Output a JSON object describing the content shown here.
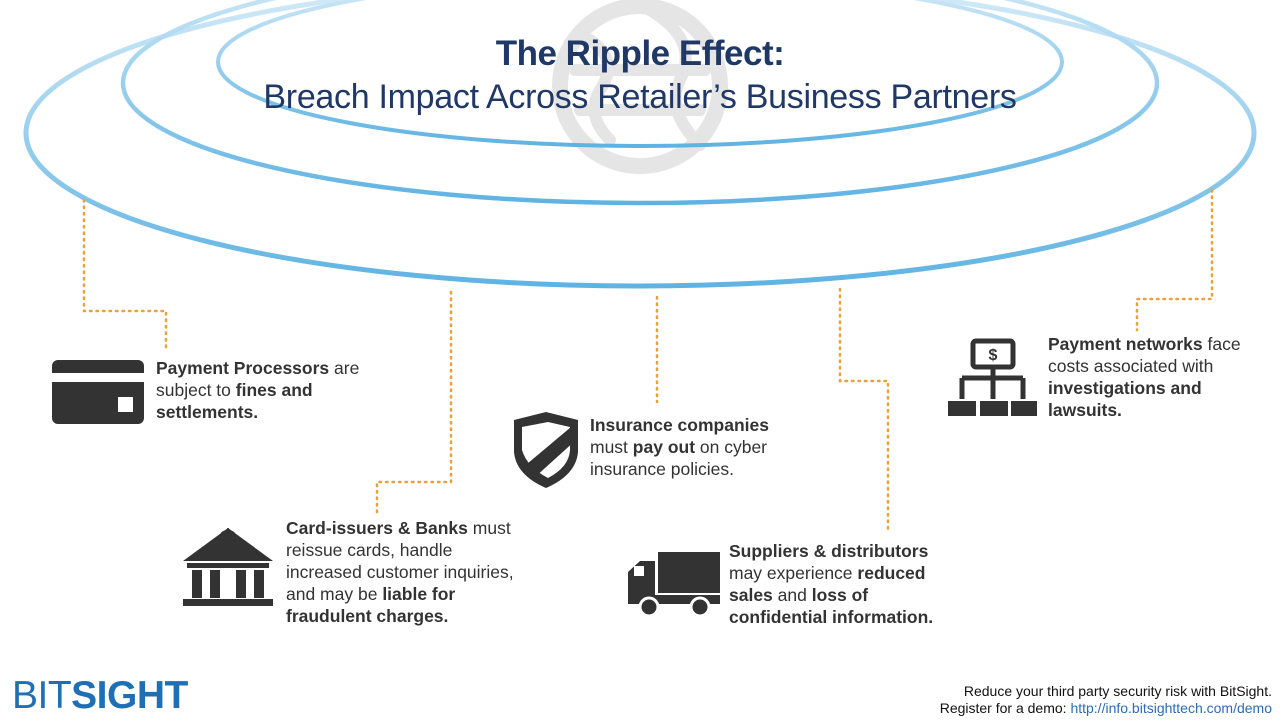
{
  "title": {
    "line1": "The Ripple Effect:",
    "line2": "Breach Impact Across Retailer’s Business Partners"
  },
  "partners": [
    {
      "id": "payment-processors",
      "icon": "credit-card-icon",
      "segments": [
        {
          "text": "Payment Processors",
          "bold": true
        },
        {
          "text": " are subject to ",
          "bold": false
        },
        {
          "text": "fines and settlements.",
          "bold": true
        }
      ]
    },
    {
      "id": "card-issuers-banks",
      "icon": "bank-icon",
      "segments": [
        {
          "text": "Card-issuers & Banks",
          "bold": true
        },
        {
          "text": " must reissue cards, handle increased customer inquiries, and may be ",
          "bold": false
        },
        {
          "text": "liable for fraudulent charges.",
          "bold": true
        }
      ]
    },
    {
      "id": "insurance-companies",
      "icon": "shield-icon",
      "segments": [
        {
          "text": "Insurance companies",
          "bold": true
        },
        {
          "text": " must ",
          "bold": false
        },
        {
          "text": "pay out",
          "bold": true
        },
        {
          "text": " on cyber insurance policies.",
          "bold": false
        }
      ]
    },
    {
      "id": "suppliers-distributors",
      "icon": "truck-icon",
      "segments": [
        {
          "text": "Suppliers & distributors",
          "bold": true
        },
        {
          "text": " may experience ",
          "bold": false
        },
        {
          "text": "reduced sales",
          "bold": true
        },
        {
          "text": " and ",
          "bold": false
        },
        {
          "text": "loss of confidential information.",
          "bold": true
        }
      ]
    },
    {
      "id": "payment-networks",
      "icon": "network-icon",
      "segments": [
        {
          "text": "Payment networks",
          "bold": true
        },
        {
          "text": " face costs associated with ",
          "bold": false
        },
        {
          "text": "investigations and lawsuits.",
          "bold": true
        }
      ]
    }
  ],
  "footer": {
    "logo_part1": "BIT",
    "logo_part2": "SIGHT",
    "cta_line1": "Reduce your third party security risk with BitSight.",
    "cta_line2_prefix": "Register for a demo: ",
    "cta_link": "http://info.bitsighttech.com/demo"
  },
  "colors": {
    "title": "#1f3866",
    "ripple": "#5fb3e3",
    "connector": "#e8a23a",
    "icon": "#333333",
    "logo": "#1f6fb5",
    "link": "#2a6db5"
  }
}
